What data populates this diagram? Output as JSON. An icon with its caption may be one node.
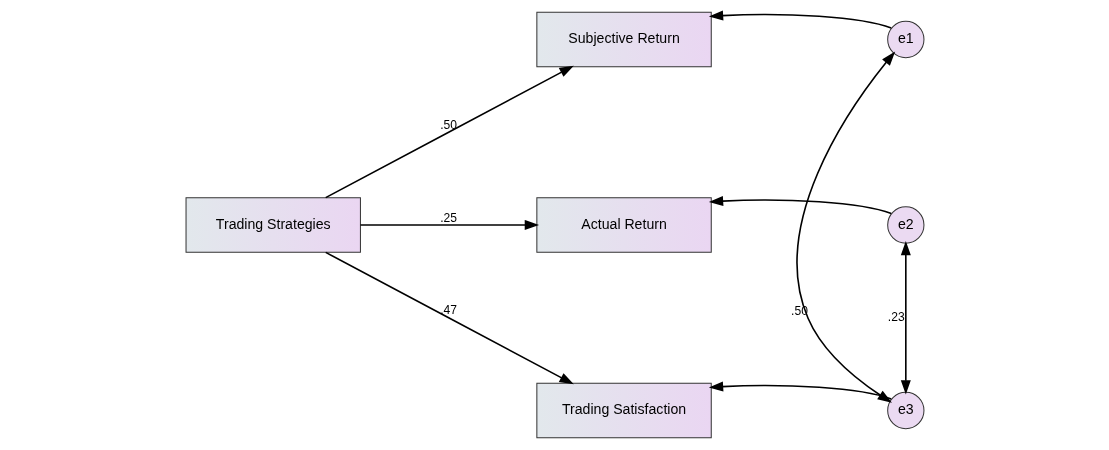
{
  "diagram": {
    "nodes": [
      {
        "text": [
          "Trading Strategies"
        ]
      },
      {
        "text": [
          "Subjective Return"
        ]
      },
      {
        "text": [
          "Actual Return"
        ]
      },
      {
        "text": [
          "Trading Satisfaction"
        ]
      },
      {
        "text": [
          "e1"
        ]
      },
      {
        "text": [
          "e2"
        ]
      },
      {
        "text": [
          "e3"
        ]
      }
    ],
    "edges": [
      {
        "from": 0,
        "to": 1,
        "arrow": "to",
        "label": ".50"
      },
      {
        "from": 0,
        "to": 2,
        "arrow": "to",
        "label": ".25"
      },
      {
        "from": 0,
        "to": 3,
        "arrow": "to",
        "label": ".47"
      },
      {
        "from": 4,
        "to": 1,
        "arrow": "to"
      },
      {
        "from": 5,
        "to": 2,
        "arrow": "to"
      },
      {
        "from": 6,
        "to": 3,
        "arrow": "to"
      },
      {
        "from": 4,
        "to": 6,
        "arrow": "both",
        "label": ".50"
      },
      {
        "from": 5,
        "to": 6,
        "arrow": "both",
        "label": ".23"
      }
    ]
  }
}
